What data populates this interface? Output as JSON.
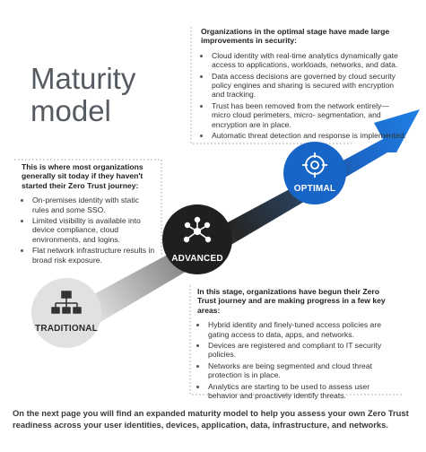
{
  "title": "Maturity model",
  "optimal": {
    "heading": "Organizations in the optimal stage have made large improvements in security:",
    "items": [
      "Cloud identity with real-time analytics dynamically gate access to applications, workloads, networks, and data.",
      "Data access decisions are governed by cloud security policy engines and sharing is secured with encryption and tracking.",
      "Trust has been removed from the network entirely—micro cloud perimeters, micro- segmentation, and encryption are in place.",
      "Automatic threat detection and response is implemented."
    ],
    "label": "OPTIMAL"
  },
  "traditional": {
    "heading": "This is where most organizations generally sit today if they haven't started their Zero Trust journey:",
    "items": [
      "On-premises identity with static rules and some SSO.",
      "Limited visibility is available into device compliance, cloud environments, and logins.",
      "Flat network infrastructure results in broad risk exposure."
    ],
    "label": "TRADITIONAL"
  },
  "advanced": {
    "heading": "In this stage, organizations have begun their Zero Trust journey and are making progress in a few key areas:",
    "items": [
      "Hybrid identity and finely-tuned access policies are gating access to data, apps, and networks.",
      "Devices are registered and compliant to IT security policies.",
      "Networks are being segmented and cloud threat protection is in place.",
      "Analytics are starting to be used to assess user behavior and proactively identify threats."
    ],
    "label": "ADVANCED"
  },
  "footer": "On the next page you will find an expanded maturity model to help you assess your own Zero Trust readiness across your user identities, devices, application, data, infrastructure, and networks.",
  "colors": {
    "arrow_start": "#e6e6e6",
    "arrow_end": "#1a73d8",
    "traditional_circle": "#e0e0e0",
    "advanced_circle": "#202020",
    "optimal_circle": "#1668c6",
    "dotted_border": "#9a9a9a"
  },
  "icons": {
    "traditional": "hierarchy-icon",
    "advanced": "network-hub-icon",
    "optimal": "target-crosshair-icon"
  }
}
